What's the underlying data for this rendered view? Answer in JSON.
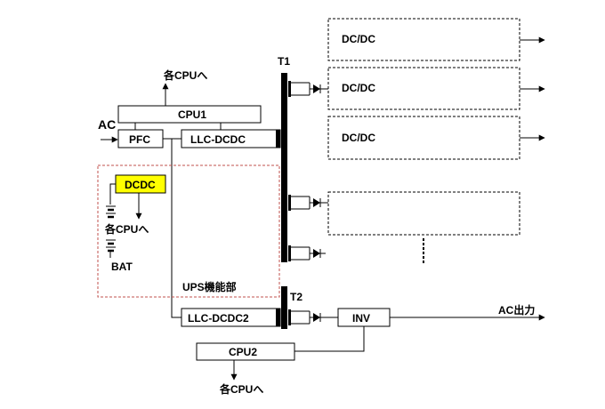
{
  "diagram": {
    "dc_dc_labels": [
      "DC/DC",
      "DC/DC",
      "DC/DC"
    ],
    "t1_label": "T1",
    "t2_label": "T2",
    "cpu1_label": "CPU1",
    "cpu2_label": "CPU2",
    "pfc_label": "PFC",
    "llc1_label": "LLC-DCDC",
    "llc2_label": "LLC-DCDC2",
    "ac_input_label": "AC",
    "ac_output_label": "AC出力",
    "inv_label": "INV",
    "dcdc_small_label": "DCDC",
    "bat_label": "BAT",
    "ups_label": "UPS機能部",
    "to_cpus_top": "各CPUへ",
    "to_cpus_ups": "各CPUへ",
    "to_cpus_bottom": "各CPUへ",
    "colors": {
      "ups_border": "#c0504d",
      "dcdc_fill": "#ffff00"
    }
  }
}
